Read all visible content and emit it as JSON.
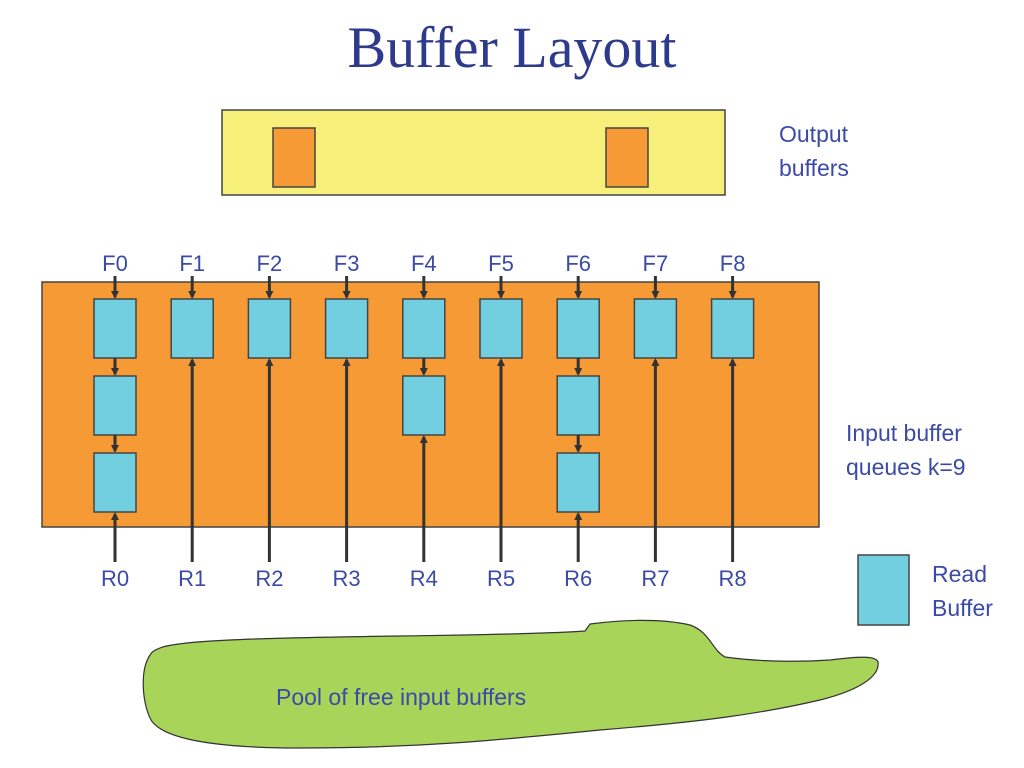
{
  "title": "Buffer Layout",
  "output_label": [
    "Output",
    "buffers"
  ],
  "input_label": [
    "Input buffer",
    "queues k=9"
  ],
  "legend_label": [
    "Read",
    "Buffer"
  ],
  "pool_label": "Pool of free input buffers",
  "queues": [
    {
      "top": "F0",
      "bottom": "R0",
      "depth": 3
    },
    {
      "top": "F1",
      "bottom": "R1",
      "depth": 1
    },
    {
      "top": "F2",
      "bottom": "R2",
      "depth": 1
    },
    {
      "top": "F3",
      "bottom": "R3",
      "depth": 1
    },
    {
      "top": "F4",
      "bottom": "R4",
      "depth": 2
    },
    {
      "top": "F5",
      "bottom": "R5",
      "depth": 1
    },
    {
      "top": "F6",
      "bottom": "R6",
      "depth": 3
    },
    {
      "top": "F7",
      "bottom": "R7",
      "depth": 1
    },
    {
      "top": "F8",
      "bottom": "R8",
      "depth": 1
    }
  ],
  "output_buffer_count": 2,
  "colors": {
    "title": "#2e3a8c",
    "text": "#3b4aa6",
    "output_area": "#f6f07a",
    "buffer_orange": "#f59a35",
    "read_buffer": "#72cfe0",
    "pool": "#a8d45a",
    "arrow": "#333333"
  }
}
